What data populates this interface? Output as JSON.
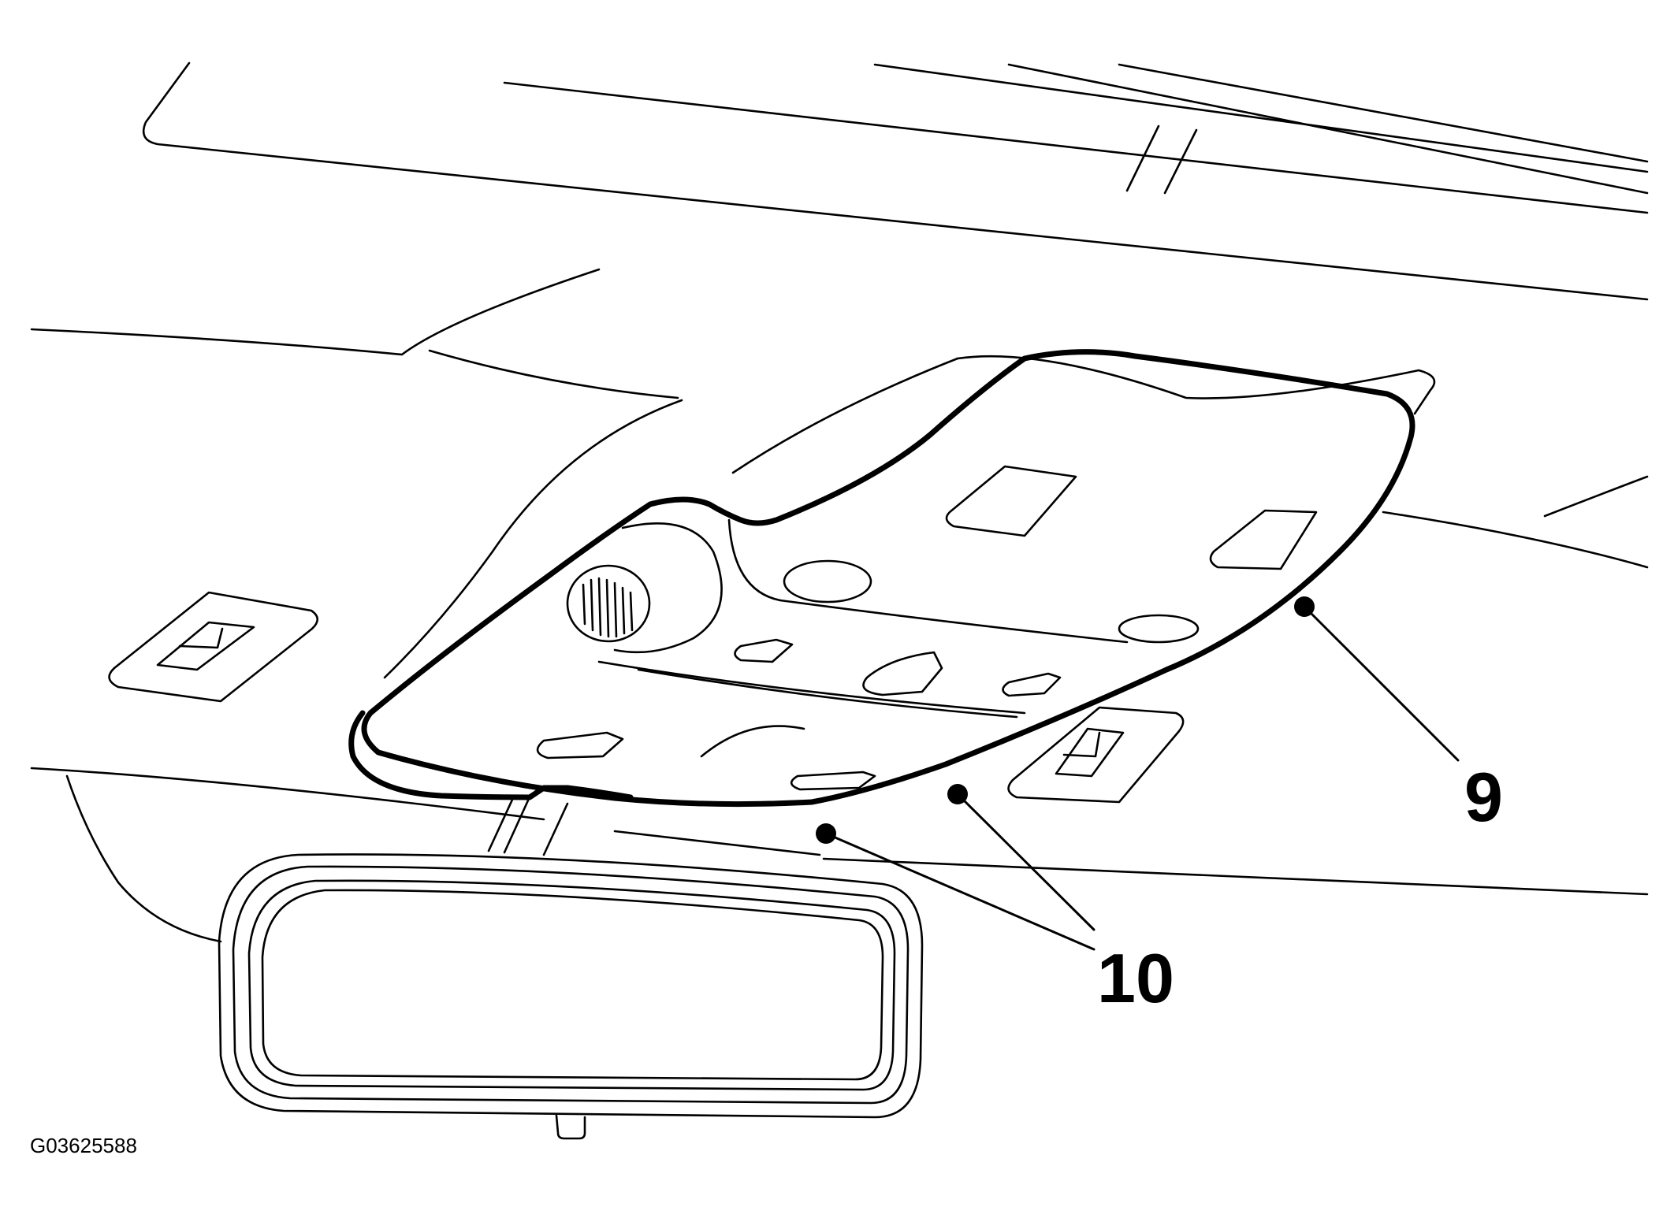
{
  "figure": {
    "id_label": "G03625588"
  },
  "callouts": [
    {
      "number": "9"
    },
    {
      "number": "10"
    }
  ]
}
